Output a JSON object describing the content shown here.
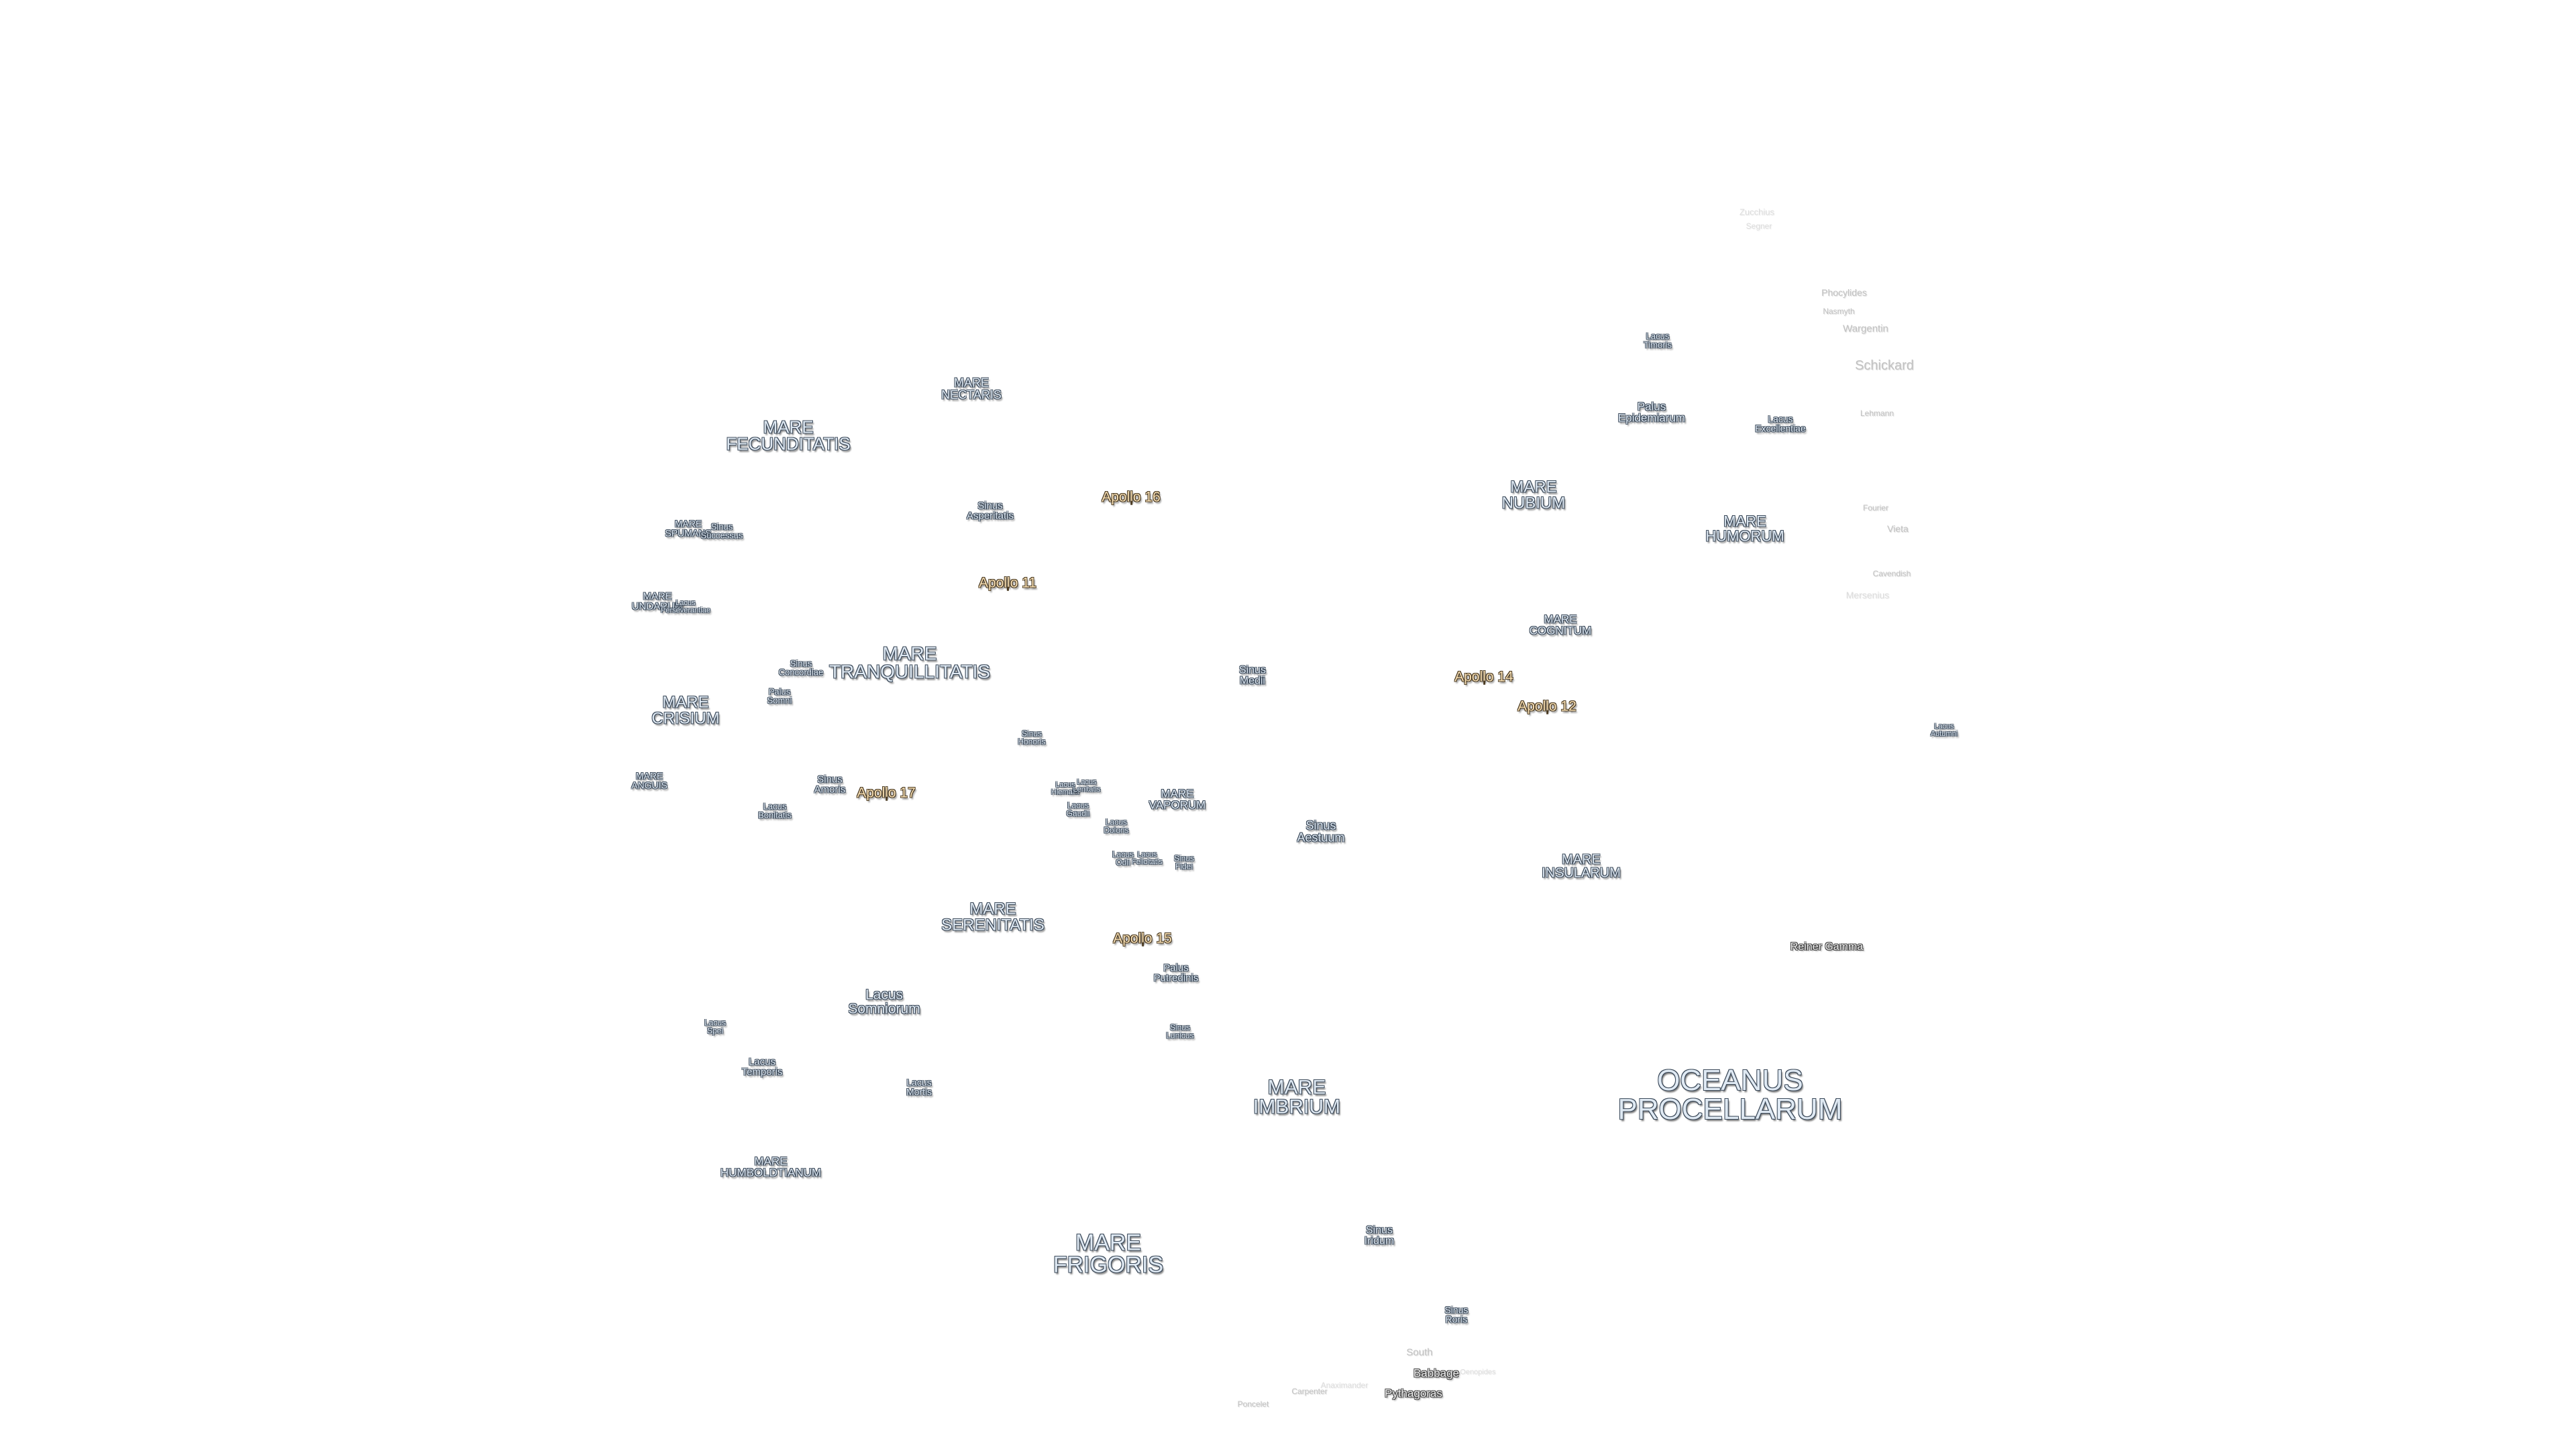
{
  "map": {
    "labels": [
      {
        "text": "OCEANUS\nPROCELLARUM",
        "kind": "mare"
      },
      {
        "text": "MARE\nFRIGORIS",
        "kind": "mare"
      },
      {
        "text": "MARE\nIMBRIUM",
        "kind": "mare"
      },
      {
        "text": "MARE\nFECUNDITATIS",
        "kind": "mare"
      },
      {
        "text": "MARE\nTRANQUILLITATIS",
        "kind": "mare"
      },
      {
        "text": "MARE\nSERENITATIS",
        "kind": "mare"
      },
      {
        "text": "MARE\nNUBIUM",
        "kind": "mare"
      },
      {
        "text": "MARE\nHUMORUM",
        "kind": "mare"
      },
      {
        "text": "MARE\nCRISIUM",
        "kind": "mare"
      },
      {
        "text": "MARE\nNECTARIS",
        "kind": "mare"
      },
      {
        "text": "MARE\nINSULARUM",
        "kind": "mare"
      },
      {
        "text": "MARE\nCOGNITUM",
        "kind": "mare"
      },
      {
        "text": "MARE\nVAPORUM",
        "kind": "mare"
      },
      {
        "text": "MARE\nHUMBOLDTIANUM",
        "kind": "mare"
      },
      {
        "text": "MARE\nSPUMANS",
        "kind": "mare"
      },
      {
        "text": "MARE\nUNDARUM",
        "kind": "mare"
      },
      {
        "text": "MARE\nANGUIS",
        "kind": "mare"
      },
      {
        "text": "Lacus\nSomniorum",
        "kind": "mare"
      },
      {
        "text": "Sinus\nAestuum",
        "kind": "mare"
      },
      {
        "text": "Sinus\nMedii",
        "kind": "mare"
      },
      {
        "text": "Sinus\nIridum",
        "kind": "mare"
      },
      {
        "text": "Palus\nEpidemiarum",
        "kind": "mare"
      },
      {
        "text": "Sinus\nAsperitatis",
        "kind": "mare"
      },
      {
        "text": "Sinus\nAmoris",
        "kind": "mare"
      },
      {
        "text": "Palus\nPutredinis",
        "kind": "mare"
      },
      {
        "text": "Lacus\nTemporis",
        "kind": "mare"
      },
      {
        "text": "Lacus\nMortis",
        "kind": "mare"
      },
      {
        "text": "Sinus\nRoris",
        "kind": "mare"
      },
      {
        "text": "Lacus\nExcellentiae",
        "kind": "mare"
      },
      {
        "text": "Lacus\nTimoris",
        "kind": "mare"
      },
      {
        "text": "Sinus\nConcordiae",
        "kind": "mare"
      },
      {
        "text": "Palus\nSomni",
        "kind": "mare"
      },
      {
        "text": "Lacus\nBonitatis",
        "kind": "mare"
      },
      {
        "text": "Sinus\nSuccessus",
        "kind": "mare"
      },
      {
        "text": "Lacus\nSpei",
        "kind": "mare"
      },
      {
        "text": "Sinus\nLunicus",
        "kind": "mare"
      },
      {
        "text": "Sinus\nHonoris",
        "kind": "mare"
      },
      {
        "text": "Lacus\nGaudii",
        "kind": "mare"
      },
      {
        "text": "Lacus\nDoloris",
        "kind": "mare"
      },
      {
        "text": "Sinus\nFidei",
        "kind": "mare"
      },
      {
        "text": "Lacus\nOdii",
        "kind": "mare"
      },
      {
        "text": "Lacus\nHiemalis",
        "kind": "mare"
      },
      {
        "text": "Lacus\nLenitatis",
        "kind": "mare"
      },
      {
        "text": "Lacus\nFelicitatis",
        "kind": "mare"
      },
      {
        "text": "Lacus\nPerseverantiae",
        "kind": "mare"
      },
      {
        "text": "Lacus\nAutumni",
        "kind": "mare"
      },
      {
        "text": "Apollo 11",
        "kind": "apollo"
      },
      {
        "text": "Apollo 12",
        "kind": "apollo"
      },
      {
        "text": "Apollo 14",
        "kind": "apollo"
      },
      {
        "text": "Apollo 15",
        "kind": "apollo"
      },
      {
        "text": "Apollo 16",
        "kind": "apollo"
      },
      {
        "text": "Apollo 17",
        "kind": "apollo"
      },
      {
        "text": "Reiner Gamma",
        "kind": "crater"
      },
      {
        "text": "Pythagoras",
        "kind": "crater"
      },
      {
        "text": "Babbage",
        "kind": "crater"
      },
      {
        "text": "Phocylides",
        "kind": "faint"
      },
      {
        "text": "Nasmyth",
        "kind": "faint"
      },
      {
        "text": "Wargentin",
        "kind": "faint"
      },
      {
        "text": "Schickard",
        "kind": "faint"
      },
      {
        "text": "Lehmann",
        "kind": "faint"
      },
      {
        "text": "Fourier",
        "kind": "faint"
      },
      {
        "text": "Vieta",
        "kind": "faint"
      },
      {
        "text": "Cavendish",
        "kind": "faint"
      },
      {
        "text": "Mersenius",
        "kind": "faint"
      },
      {
        "text": "Zucchius",
        "kind": "faint"
      },
      {
        "text": "Segner",
        "kind": "faint"
      },
      {
        "text": "South",
        "kind": "faint"
      },
      {
        "text": "Anaximander",
        "kind": "faint"
      },
      {
        "text": "Carpenter",
        "kind": "faint"
      },
      {
        "text": "Poncelet",
        "kind": "faint"
      },
      {
        "text": "Oenopides",
        "kind": "faint"
      }
    ]
  }
}
